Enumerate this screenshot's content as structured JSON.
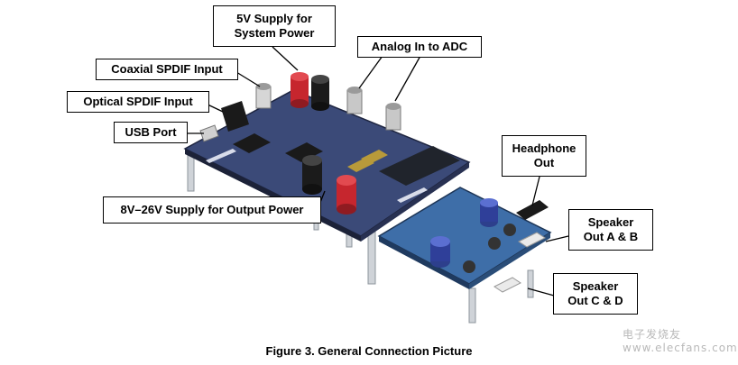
{
  "callouts": {
    "supply_5v": "5V Supply for\nSystem Power",
    "analog_in": "Analog In to ADC",
    "coaxial_spdif": "Coaxial SPDIF Input",
    "optical_spdif": "Optical SPDIF Input",
    "usb_port": "USB Port",
    "supply_8v": "8V–26V Supply for Output Power",
    "headphone_out": "Headphone\nOut",
    "speaker_ab": "Speaker\nOut A & B",
    "speaker_cd": "Speaker\nOut C & D"
  },
  "caption": "Figure 3. General Connection Picture",
  "watermark": "电子发烧友 www.elecfans.com"
}
